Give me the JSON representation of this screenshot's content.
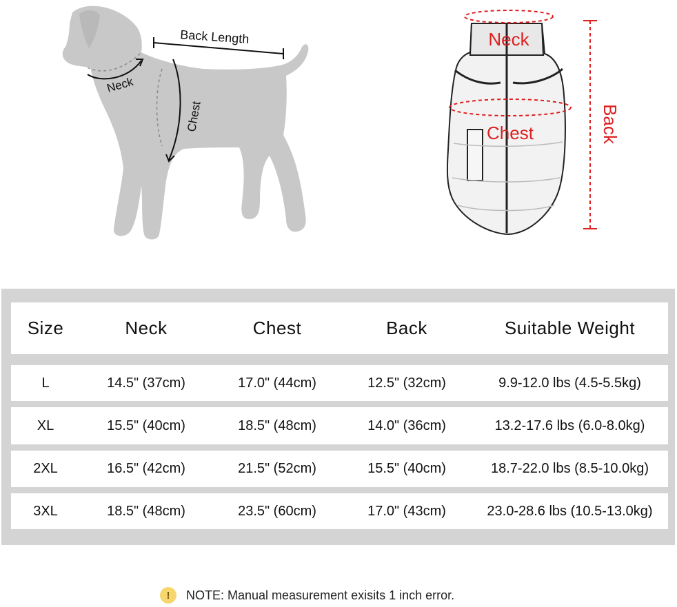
{
  "diagram": {
    "dog_labels": {
      "back_length": "Back Length",
      "neck": "Neck",
      "chest": "Chest"
    },
    "coat_labels": {
      "neck": "Neck",
      "chest": "Chest",
      "back": "Back"
    }
  },
  "size_table": {
    "headers": [
      "Size",
      "Neck",
      "Chest",
      "Back",
      "Suitable Weight"
    ],
    "rows": [
      [
        "L",
        "14.5\" (37cm)",
        "17.0\" (44cm)",
        "12.5\" (32cm)",
        "9.9-12.0 lbs (4.5-5.5kg)"
      ],
      [
        "XL",
        "15.5\" (40cm)",
        "18.5\" (48cm)",
        "14.0\" (36cm)",
        "13.2-17.6 lbs (6.0-8.0kg)"
      ],
      [
        "2XL",
        "16.5\" (42cm)",
        "21.5\" (52cm)",
        "15.5\" (40cm)",
        "18.7-22.0 lbs (8.5-10.0kg)"
      ],
      [
        "3XL",
        "18.5\" (48cm)",
        "23.5\" (60cm)",
        "17.0\" (43cm)",
        "23.0-28.6 lbs (10.5-13.0kg)"
      ]
    ]
  },
  "note": {
    "icon": "!",
    "text": "NOTE: Manual measurement exisits 1 inch error."
  },
  "colors": {
    "measure_red": "#dd1f1f",
    "table_frame": "#d4d4d4",
    "dog_fill": "#c8c8c8"
  }
}
